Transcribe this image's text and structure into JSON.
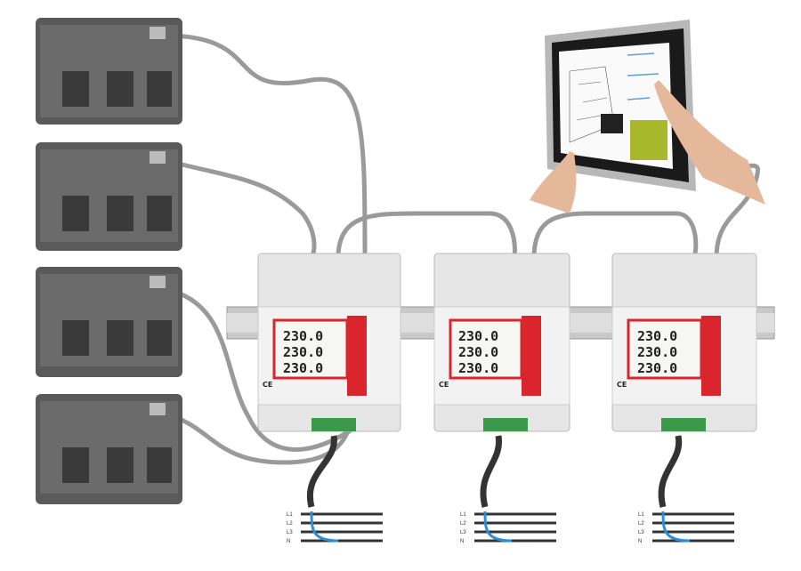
{
  "meters": [
    {
      "readings": [
        "230.0",
        "230.0",
        "230.0"
      ],
      "mark": "CE"
    },
    {
      "readings": [
        "230.0",
        "230.0",
        "230.0"
      ],
      "mark": "CE"
    },
    {
      "readings": [
        "230.0",
        "230.0",
        "230.0"
      ],
      "mark": "CE"
    }
  ],
  "wire_labels": [
    "L1",
    "L2",
    "L3",
    "N"
  ],
  "colors": {
    "accent_red": "#d9252b",
    "housing": "#e6e6e6",
    "ct": "#5a5a5a",
    "cable": "#9a9a9a",
    "screen_green": "#a8b82a"
  }
}
